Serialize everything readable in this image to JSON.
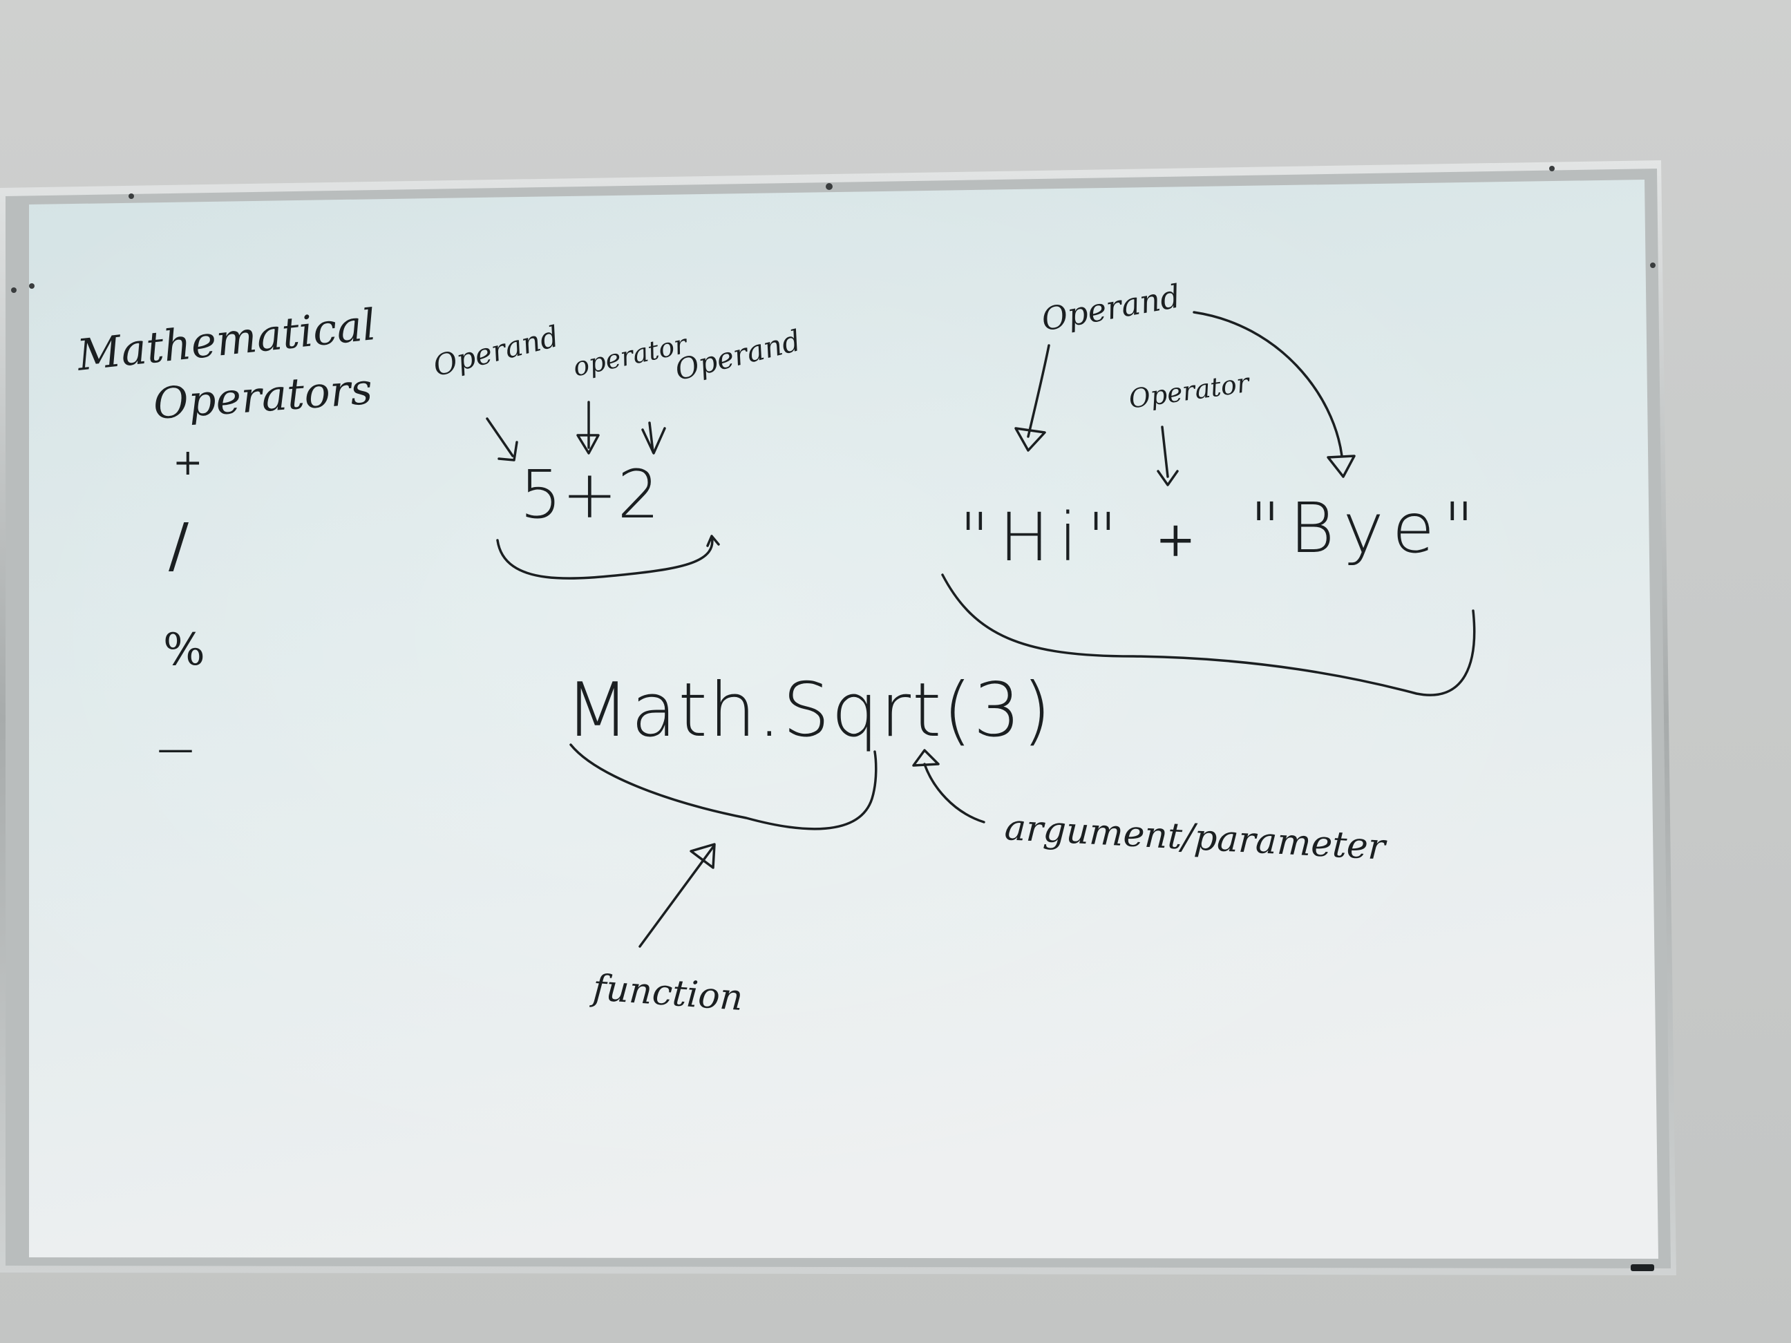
{
  "scene": {
    "description_colors": {
      "wall": "#c9cbca",
      "board_surface_top": "#dbe7e8",
      "board_surface_bottom": "#eceff0",
      "frame": "#a9adad",
      "ink": "#1b1f21"
    }
  },
  "left_column": {
    "heading_line1": "Mathematical",
    "heading_line2": "Operators",
    "operators": [
      "+",
      "/",
      "%",
      "—"
    ]
  },
  "expression_numeric": {
    "label_operand_left": "Operand",
    "label_operator": "operator",
    "label_operand_right": "Operand",
    "expression": "5+2"
  },
  "expression_string": {
    "label_operand": "Operand",
    "label_operator": "Operator",
    "left_string": "\"Hi\"",
    "plus": "+",
    "right_string": "\"Bye\""
  },
  "function_call": {
    "expression": "Math.Sqrt(3)",
    "label_argument": "argument/parameter",
    "label_function": "function"
  }
}
